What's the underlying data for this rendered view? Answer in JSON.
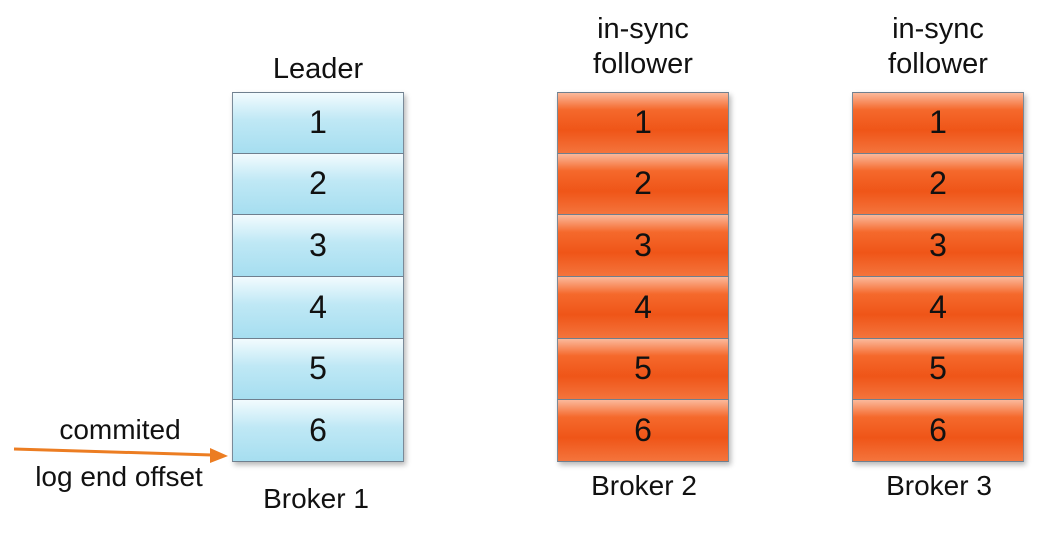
{
  "labels": {
    "leader": "Leader",
    "follower2": "in-sync\nfollower",
    "follower3": "in-sync\nfollower",
    "committed": "commited",
    "log_end_offset": "log end offset"
  },
  "brokers": [
    {
      "name": "Broker 1",
      "role": "leader",
      "entries": [
        "1",
        "2",
        "3",
        "4",
        "5",
        "6"
      ]
    },
    {
      "name": "Broker 2",
      "role": "follower",
      "entries": [
        "1",
        "2",
        "3",
        "4",
        "5",
        "6"
      ]
    },
    {
      "name": "Broker 3",
      "role": "follower",
      "entries": [
        "1",
        "2",
        "3",
        "4",
        "5",
        "6"
      ]
    }
  ],
  "colors": {
    "leader_fill": "#bfe8f5",
    "follower_fill": "#f05a1e",
    "arrow": "#ec7d22"
  }
}
